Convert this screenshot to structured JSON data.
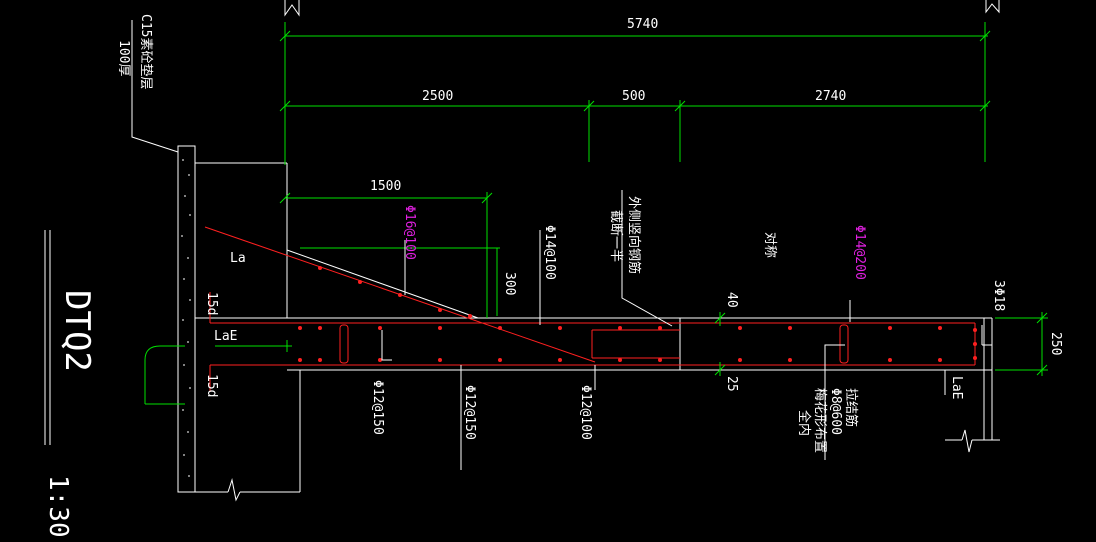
{
  "drawing": {
    "title": "DTQ2",
    "scale": "1:30",
    "cushion_note_line1": "C15素砼垫层",
    "cushion_note_line2": "100厚"
  },
  "dimensions": {
    "total": "5740",
    "seg_left": "2500",
    "seg_mid": "500",
    "seg_right": "2740",
    "slope_len": "1500",
    "slope_height": "300",
    "slab_thk": "250",
    "cover_top": "40",
    "cover_bot": "25"
  },
  "rebar": {
    "top_slope": "Φ16@100",
    "top_mid": "Φ14@100",
    "top_right": "Φ14@200",
    "bot_left": "Φ12@150",
    "bot_mid": "Φ12@150",
    "bot_right": "Φ12@100",
    "edge_bars": "3Φ18",
    "tie_line1": "拉结筋",
    "tie_line2": "Φ8@600",
    "tie_line3": "梅花形布置",
    "tie_line4": "全内"
  },
  "notes": {
    "outer_rebar_line1": "外侧竖向钢筋",
    "outer_rebar_line2": "截断一半",
    "symmetric": "对称",
    "lap_la": "La",
    "lap_lae_left": "LaE",
    "lap_lae_right": "LaE",
    "hook_15d_top": "15d",
    "hook_15d_bot": "15d"
  },
  "colors": {
    "dimension": "#00e000",
    "rebar": "#ff2020",
    "outline": "#ffffff",
    "highlight_label": "#e020e0",
    "background": "#000000"
  }
}
